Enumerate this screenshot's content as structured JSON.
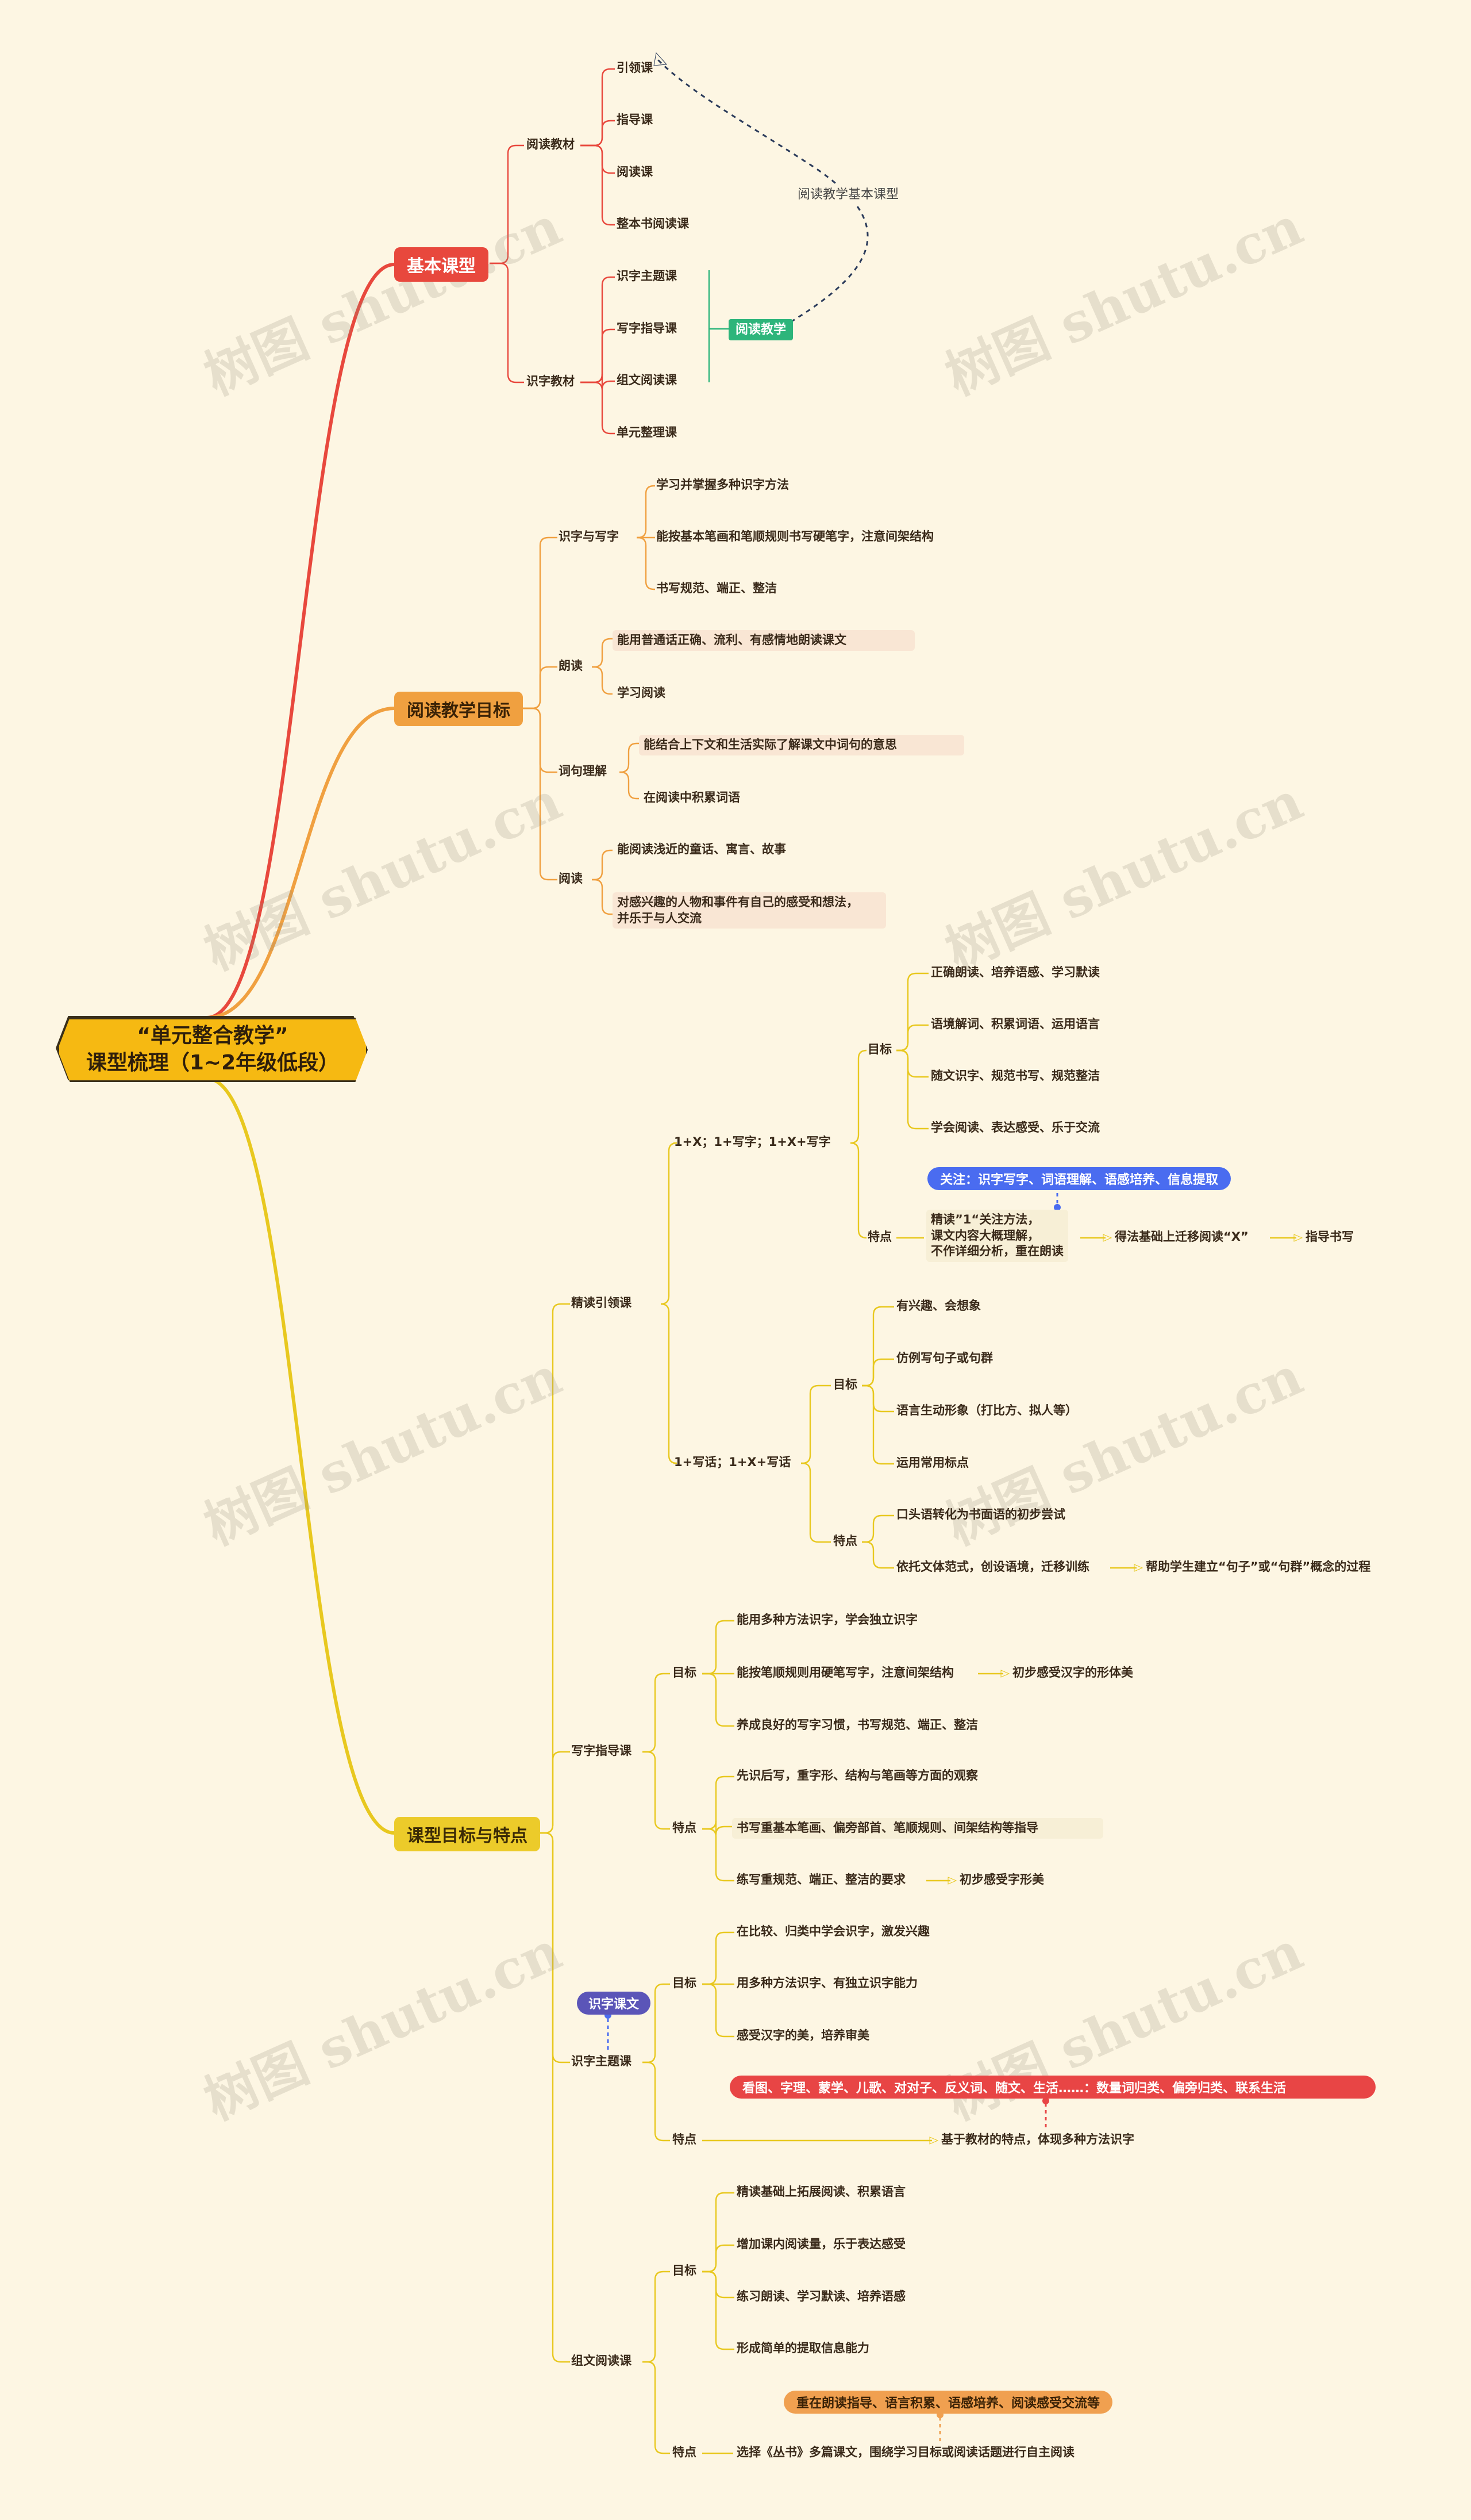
{
  "root": {
    "line1": "“单元整合教学”",
    "line2": "课型梳理（1~2年级低段）"
  },
  "watermark": "树图 shutu.cn",
  "colors": {
    "basic": "#e8483d",
    "goals": "#f0a040",
    "features": "#e8c81f",
    "green": "#2db57b",
    "blue": "#4a6cf0",
    "purple": "#5b55b8",
    "red": "#e84545",
    "orange": "#f0a050"
  },
  "basic": {
    "label": "基本课型",
    "reading": {
      "label": "阅读教材",
      "items": [
        "引领课",
        "指导课",
        "阅读课",
        "整本书阅读课"
      ]
    },
    "literacy": {
      "label": "识字教材",
      "items": [
        "识字主题课",
        "写字指导课",
        "组文阅读课",
        "单元整理课"
      ]
    },
    "bracket_label": "阅读教学",
    "relation_label": "阅读教学基本课型"
  },
  "goals": {
    "label": "阅读教学目标",
    "groups": [
      {
        "label": "识字与写字",
        "items": [
          "学习并掌握多种识字方法",
          "能按基本笔画和笔顺规则书写硬笔字，注意间架结构",
          "书写规范、端正、整洁"
        ]
      },
      {
        "label": "朗读",
        "items": [
          "能用普通话正确、流利、有感情地朗读课文",
          "学习阅读"
        ]
      },
      {
        "label": "词句理解",
        "items": [
          "能结合上下文和生活实际了解课文中词句的意思",
          "在阅读中积累词语"
        ]
      },
      {
        "label": "阅读",
        "items": [
          "能阅读浅近的童话、寓言、故事",
          "对感兴趣的人物和事件有自己的感受和想法，",
          "并乐于与人交流"
        ]
      }
    ]
  },
  "features": {
    "label": "课型目标与特点",
    "jingdu": {
      "label": "精读引领课",
      "a": {
        "label": "1+X；1+写字；1+X+写字",
        "goal_label": "目标",
        "goals": [
          "正确朗读、培养语感、学习默读",
          "语境解词、积累词语、运用语言",
          "随文识字、规范书写、规范整洁",
          "学会阅读、表达感受、乐于交流"
        ],
        "feat_label": "特点",
        "focus": "关注：识字写字、词语理解、语感培养、信息提取",
        "feat_lines": [
          "精读”1“关注方法，",
          "课文内容大概理解，",
          "不作详细分析，重在朗读"
        ],
        "feat_next": "得法基础上迁移阅读“X”",
        "feat_last": "指导书写"
      },
      "b": {
        "label": "1+写话；1+X+写话",
        "goal_label": "目标",
        "goals": [
          "有兴趣、会想象",
          "仿例写句子或句群",
          "语言生动形象（打比方、拟人等）",
          "运用常用标点"
        ],
        "feat_label": "特点",
        "feats": [
          "口头语转化为书面语的初步尝试",
          "依托文体范式，创设语境，迁移训练"
        ],
        "feat_next": "帮助学生建立“句子”或“句群”概念的过程"
      }
    },
    "xiezi": {
      "label": "写字指导课",
      "goal_label": "目标",
      "goals": [
        "能用多种方法识字，学会独立识字",
        "能按笔顺规则用硬笔写字，注意间架结构",
        "养成良好的写字习惯，书写规范、端正、整洁"
      ],
      "goal2_next": "初步感受汉字的形体美",
      "feat_label": "特点",
      "feats": [
        "先识后写，重字形、结构与笔画等方面的观察",
        "书写重基本笔画、偏旁部首、笔顺规则、间架结构等指导",
        "练写重规范、端正、整洁的要求"
      ],
      "feat3_next": "初步感受字形美"
    },
    "shizi": {
      "label": "识字主题课",
      "tag": "识字课文",
      "goal_label": "目标",
      "goals": [
        "在比较、归类中学会识字，激发兴趣",
        "用多种方法识字、有独立识字能力",
        "感受汉字的美，培养审美"
      ],
      "feat_label": "特点",
      "red_pill": "看图、字理、蒙学、儿歌、对对子、反义词、随文、生活……：数量词归类、偏旁归类、联系生活",
      "feat_text": "基于教材的特点，体现多种方法识字"
    },
    "zuwen": {
      "label": "组文阅读课",
      "goal_label": "目标",
      "goals": [
        "精读基础上拓展阅读、积累语言",
        "增加课内阅读量，乐于表达感受",
        "练习朗读、学习默读、培养语感",
        "形成简单的提取信息能力"
      ],
      "feat_label": "特点",
      "orange_pill": "重在朗读指导、语言积累、语感培养、阅读感受交流等",
      "feat_text": "选择《丛书》多篇课文，围绕学习目标或阅读话题进行自主阅读"
    }
  }
}
